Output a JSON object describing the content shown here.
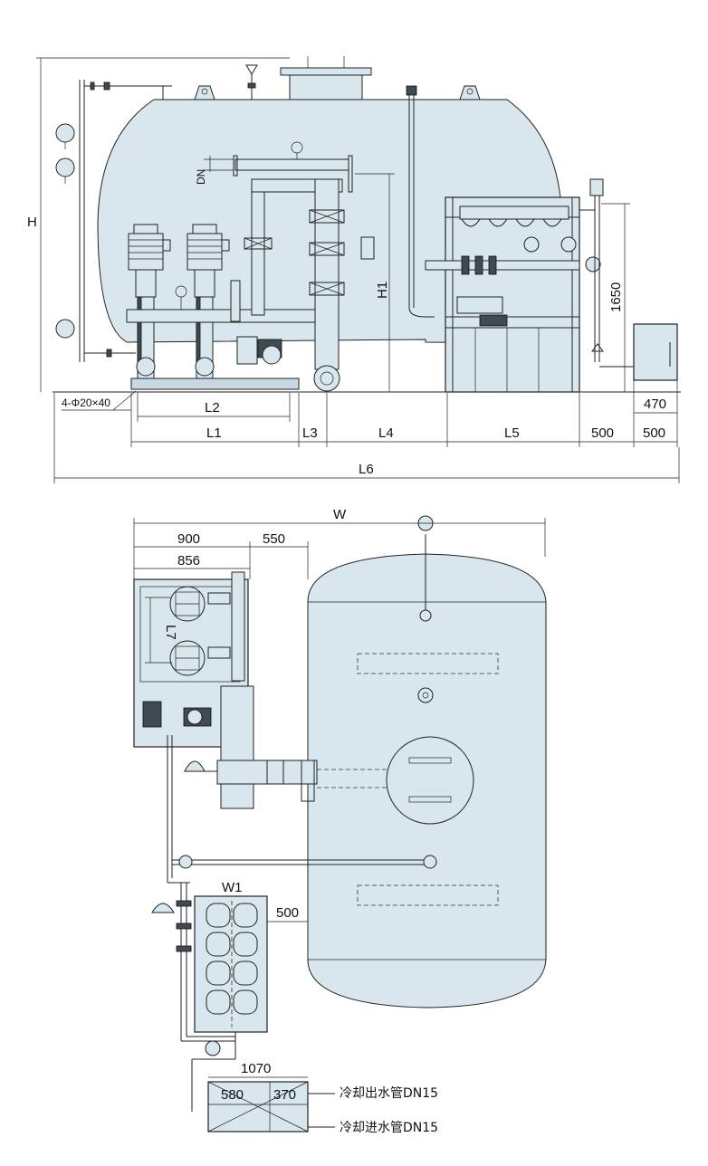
{
  "front_view": {
    "dims": {
      "H": "H",
      "DN": "DN",
      "H1": "H1",
      "h1650": "1650",
      "bolts": "4-Φ20×40",
      "L1": "L1",
      "L2": "L2",
      "L3": "L3",
      "L4": "L4",
      "L5": "L5",
      "d500a": "500",
      "d500b": "500",
      "d470": "470",
      "L6": "L6"
    }
  },
  "plan_view": {
    "dims": {
      "W": "W",
      "d900": "900",
      "d550": "550",
      "d856": "856",
      "L7": "L7",
      "W1": "W1",
      "d500": "500",
      "d1070": "1070",
      "d580": "580",
      "d370": "370"
    },
    "labels": {
      "cooling_out": "冷却出水管DN15",
      "cooling_in": "冷却进水管DN15"
    }
  },
  "colors": {
    "equipment_fill": "#d8e6ee",
    "line": "#222222",
    "motor": "#3f4a52"
  }
}
